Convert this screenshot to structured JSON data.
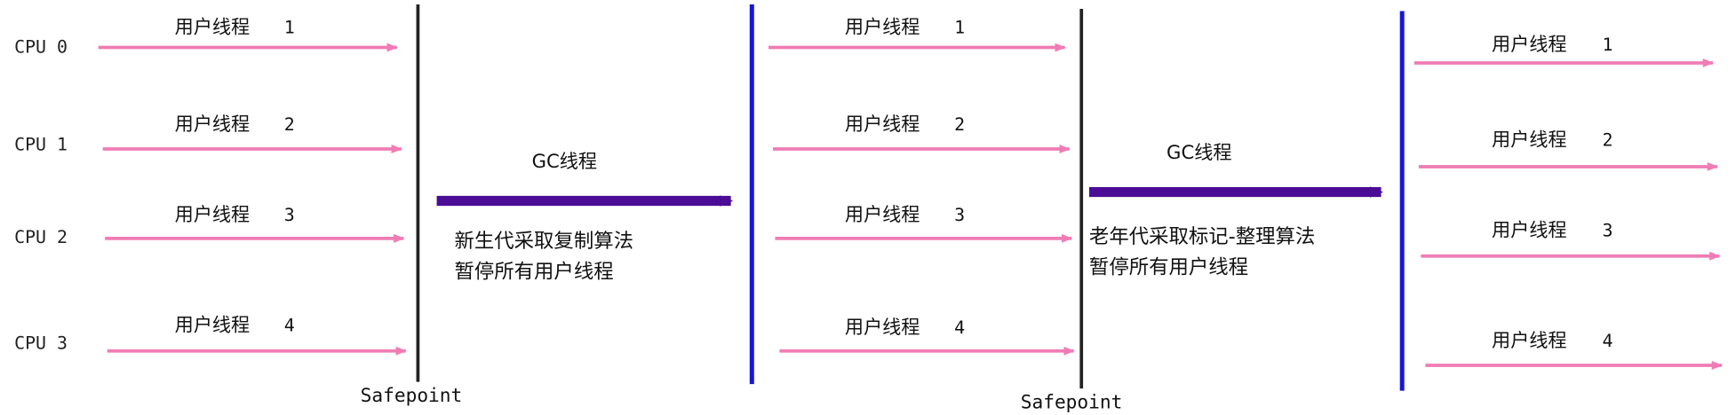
{
  "cpu_labels": [
    "CPU 0",
    "CPU 1",
    "CPU 2",
    "CPU 3"
  ],
  "thread_name": "用户线程",
  "thread_numbers": [
    "1",
    "2",
    "3",
    "4"
  ],
  "gc": {
    "label": "GC线程",
    "young_line1": "新生代采取复制算法",
    "young_line2": "暂停所有用户线程",
    "old_line1": "老年代采取标记-整理算法",
    "old_line2": "暂停所有用户线程"
  },
  "safepoint_label": "Safepoint",
  "colors": {
    "user_thread_arrow": "#f07cb4",
    "gc_arrow": "#4b0c96",
    "safepoint_line": "#222222",
    "barrier_line": "#1616d6"
  }
}
